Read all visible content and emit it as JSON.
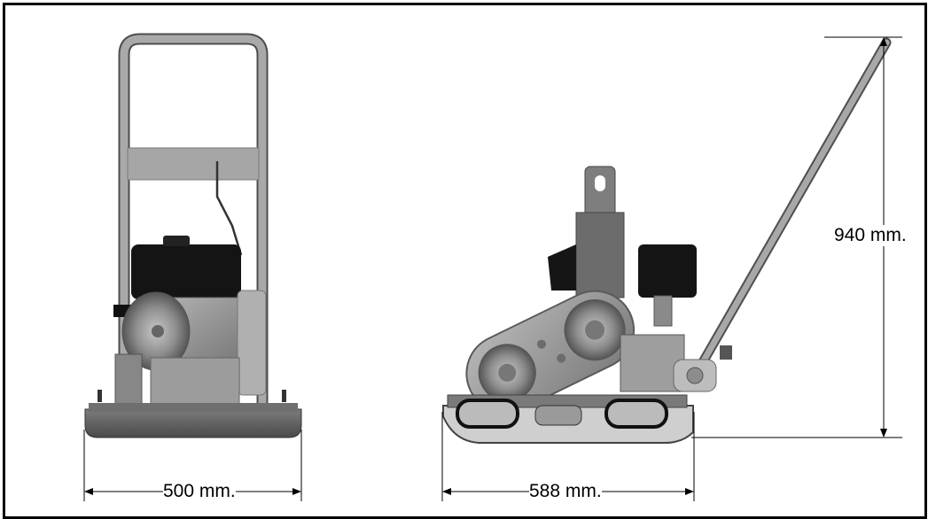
{
  "dimensions": {
    "width": "500 mm.",
    "length": "588 mm.",
    "height": "940 mm."
  },
  "colors": {
    "frame": "#000000",
    "metal": "#9a9a9a",
    "metal_dark": "#5e5e5e",
    "metal_light": "#c4c4c4",
    "engine": "#111111",
    "background": "#ffffff"
  }
}
